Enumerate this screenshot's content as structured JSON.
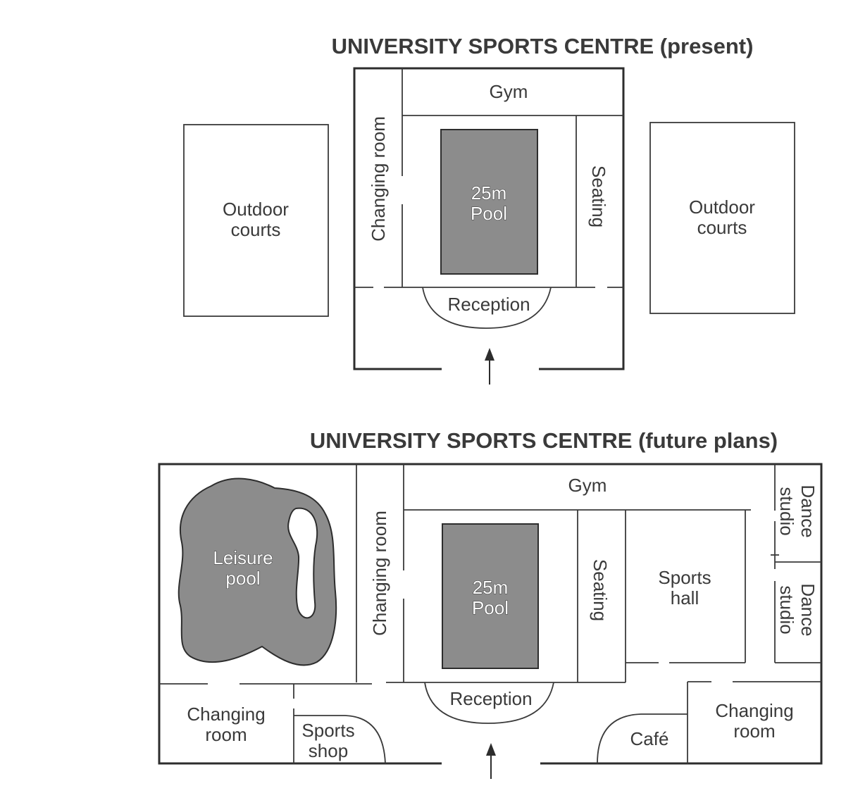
{
  "present": {
    "title": "UNIVERSITY SPORTS CENTRE (present)",
    "gym": "Gym",
    "changing_room": "Changing room",
    "pool_line1": "25m",
    "pool_line2": "Pool",
    "seating": "Seating",
    "reception": "Reception",
    "outdoor_left_line1": "Outdoor",
    "outdoor_left_line2": "courts",
    "outdoor_right_line1": "Outdoor",
    "outdoor_right_line2": "courts"
  },
  "future": {
    "title": "UNIVERSITY SPORTS CENTRE (future plans)",
    "gym": "Gym",
    "changing_room_vertical": "Changing room",
    "pool_line1": "25m",
    "pool_line2": "Pool",
    "seating": "Seating",
    "sports_hall_line1": "Sports",
    "sports_hall_line2": "hall",
    "dance_studio_1_line1": "Dance",
    "dance_studio_1_line2": "studio",
    "dance_studio_2_line1": "Dance",
    "dance_studio_2_line2": "studio",
    "leisure_pool_line1": "Leisure",
    "leisure_pool_line2": "pool",
    "reception": "Reception",
    "changing_room_left_line1": "Changing",
    "changing_room_left_line2": "room",
    "sports_shop_line1": "Sports",
    "sports_shop_line2": "shop",
    "cafe": "Café",
    "changing_room_right_line1": "Changing",
    "changing_room_right_line2": "room"
  },
  "colors": {
    "pool_fill": "#8c8c8c",
    "line": "#2d2d2d",
    "text": "#3a3a3a"
  },
  "icons": {
    "entrance": "arrow-up-icon"
  }
}
